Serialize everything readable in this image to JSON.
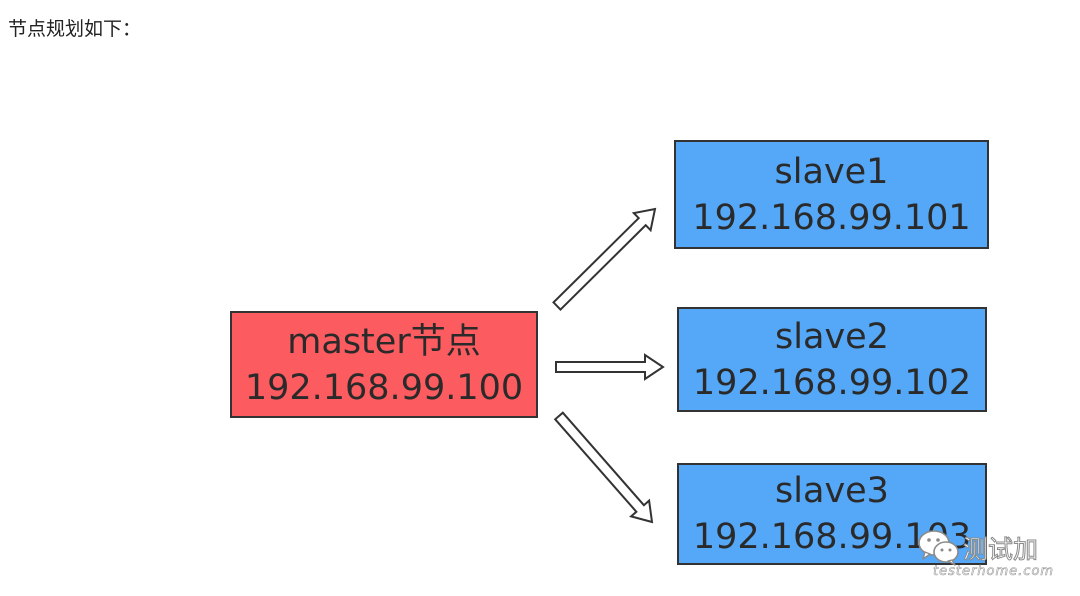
{
  "intro_text": "节点规划如下：",
  "colors": {
    "master_fill": "#fc5b5f",
    "slave_fill": "#54a8f7",
    "border": "#333333"
  },
  "master": {
    "name": "master节点",
    "ip": "192.168.99.100"
  },
  "slaves": [
    {
      "name": "slave1",
      "ip": "192.168.99.101"
    },
    {
      "name": "slave2",
      "ip": "192.168.99.102"
    },
    {
      "name": "slave3",
      "ip": "192.168.99.103"
    }
  ],
  "watermark": {
    "icon": "wechat-icon",
    "name": "测试加",
    "domain": "testerhome.com"
  }
}
